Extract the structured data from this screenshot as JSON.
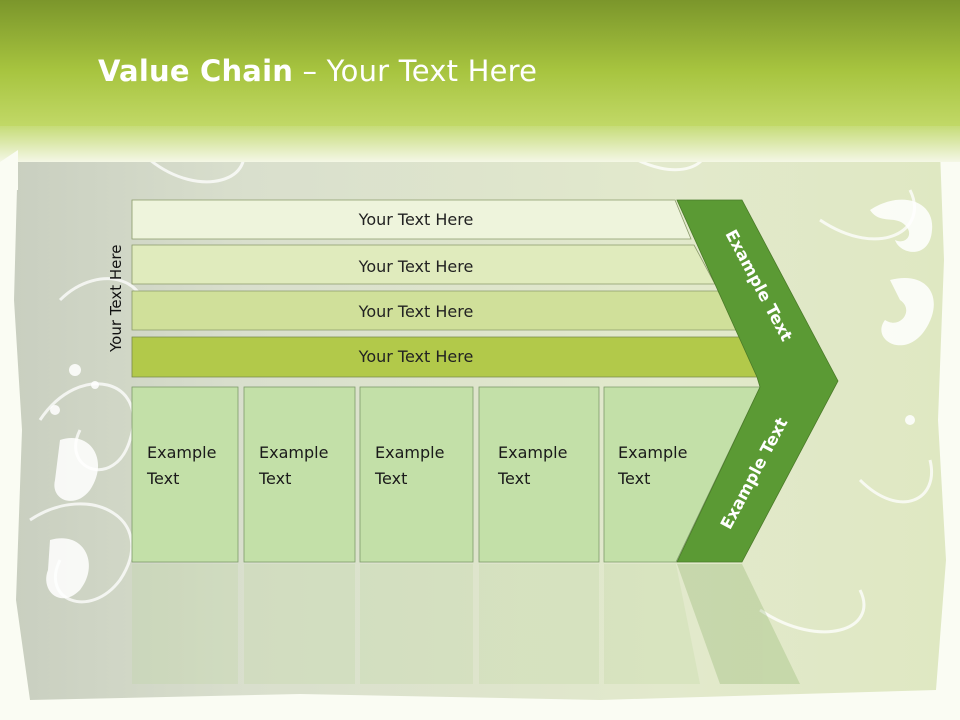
{
  "slide": {
    "title_bold": "Value Chain",
    "title_rest": " – Your Text Here",
    "side_label": "Your Text Here"
  },
  "rows": [
    {
      "label": "Your Text Here",
      "color": "#eef4dc"
    },
    {
      "label": "Your Text Here",
      "color": "#e0ebbd"
    },
    {
      "label": "Your Text Here",
      "color": "#d0e09a"
    },
    {
      "label": "Your Text Here",
      "color": "#b2c94a"
    }
  ],
  "boxes": [
    {
      "line1": "Example",
      "line2": "Text"
    },
    {
      "line1": "Example",
      "line2": "Text"
    },
    {
      "line1": "Example",
      "line2": "Text"
    },
    {
      "line1": "Example",
      "line2": "Text"
    },
    {
      "line1": "Example",
      "line2": "Text"
    }
  ],
  "chevron": {
    "upper_label": "Example Text",
    "lower_label": "Example Text",
    "color": "#5b9a34"
  },
  "colors": {
    "header_top": "#7d9a2c",
    "header_bottom": "#b8d24e",
    "box_fill": "#c3e0a8"
  }
}
